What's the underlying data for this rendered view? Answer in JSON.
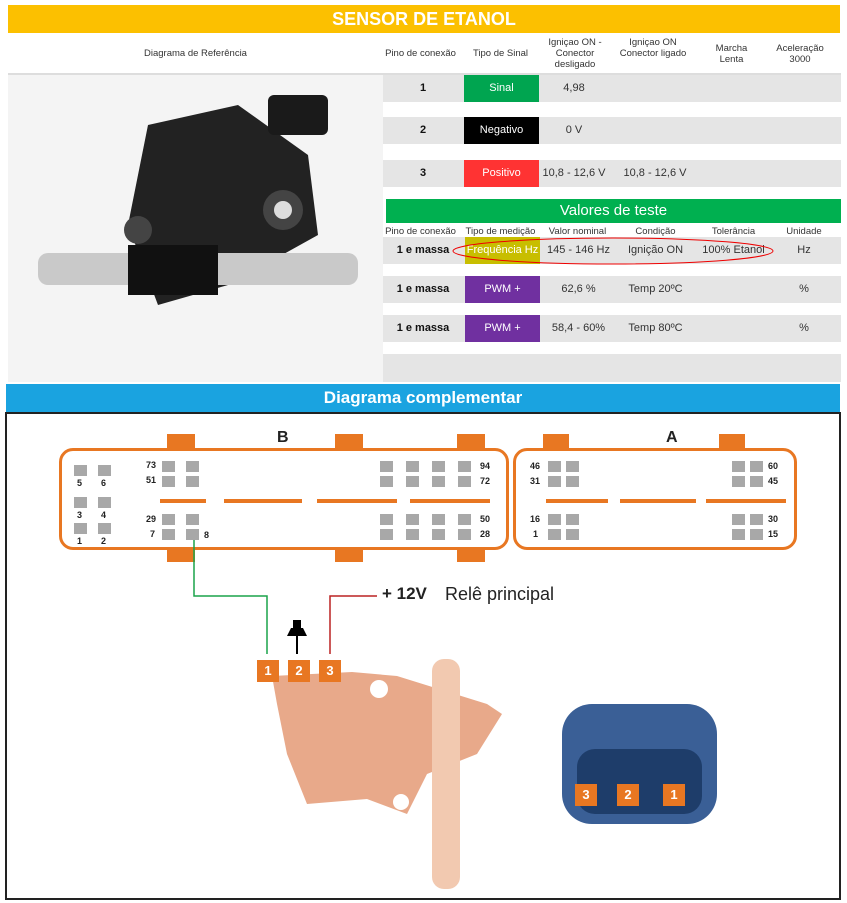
{
  "title": "SENSOR DE ETANOL",
  "table1": {
    "headers": [
      "Diagrama de Referência",
      "Pino de conexão",
      "Tipo de Sinal",
      "Igniçao ON - Conector desligado",
      "Igniçao ON Conector ligado",
      "Marcha Lenta",
      "Aceleração 3000"
    ],
    "rows": [
      {
        "pin": "1",
        "signal": "Sinal",
        "color": "#00a550",
        "off": "4,98",
        "on": ""
      },
      {
        "pin": "2",
        "signal": "Negativo",
        "color": "#000000",
        "off": "0 V",
        "on": ""
      },
      {
        "pin": "3",
        "signal": "Positivo",
        "color": "#ff3333",
        "off": "10,8 - 12,6 V",
        "on": "10,8 - 12,6 V"
      }
    ]
  },
  "table2": {
    "title": "Valores de teste",
    "headers": [
      "Pino de conexão",
      "Tipo de medição",
      "Valor nominal",
      "Condição",
      "Tolerância",
      "Unidade"
    ],
    "rows": [
      {
        "pin": "1 e massa",
        "type": "Frequência Hz",
        "color": "#c8be00",
        "nominal": "145 - 146 Hz",
        "cond": "Ignição ON",
        "tol": "100% Etanol",
        "unit": "Hz"
      },
      {
        "pin": "1 e massa",
        "type": "PWM +",
        "color": "#7030a0",
        "nominal": "62,6 %",
        "cond": "Temp 20ºC",
        "tol": "",
        "unit": "%"
      },
      {
        "pin": "1 e massa",
        "type": "PWM +",
        "color": "#7030a0",
        "nominal": "58,4 - 60%",
        "cond": "Temp 80ºC",
        "tol": "",
        "unit": "%"
      }
    ]
  },
  "section2": "Diagrama complementar",
  "connB": {
    "label": "B",
    "pins": [
      "73",
      "51",
      "5",
      "6",
      "3",
      "4",
      "1",
      "2",
      "29",
      "7",
      "8",
      "94",
      "72",
      "50",
      "28"
    ]
  },
  "connA": {
    "label": "A",
    "pins": [
      "46",
      "31",
      "16",
      "1",
      "60",
      "45",
      "30",
      "15"
    ]
  },
  "power": "+ 12V",
  "relay": "Relê principal",
  "sensor_pins": [
    "1",
    "2",
    "3"
  ],
  "plug_pins": [
    "3",
    "2",
    "1"
  ]
}
